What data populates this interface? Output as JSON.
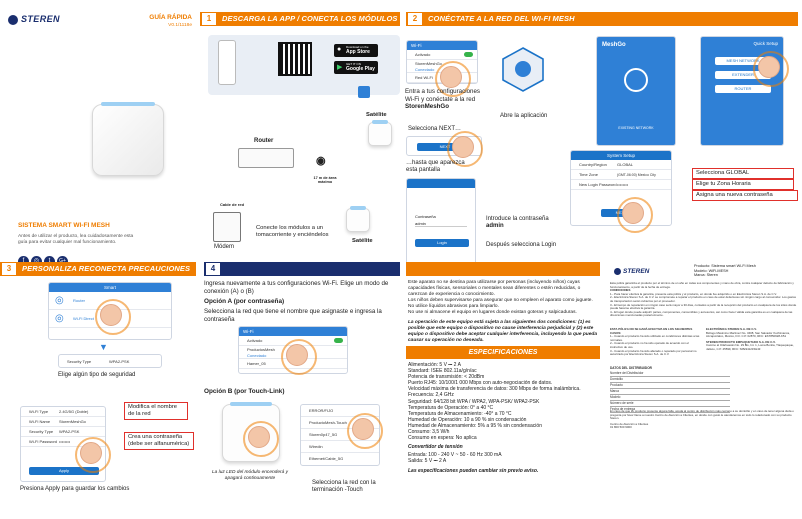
{
  "cover": {
    "brand": "STEREN",
    "guide_title": "GUÍA RÁPIDA",
    "version": "V0.1/1118e",
    "product": "SISTEMA SMART WI-FI MESH",
    "note": "Antes de utilizar el producto, lea cuidadosamente esta guía para evitar cualquier mal funcionamiento.",
    "social": [
      "f",
      "◎",
      "t",
      "G+"
    ]
  },
  "s1": {
    "num": "1",
    "title": "DESCARGA LA APP / CONECTA LOS MÓDULOS",
    "appstore_small": "Download on the",
    "appstore": "App Store",
    "gplay_small": "GET IT ON",
    "gplay": "Google Play",
    "router": "Router",
    "cable": "Cable de red",
    "satellite_a": "Satélite",
    "satellite_b": "Satélite",
    "distance": "17 m de área máximo",
    "modem": "Módem",
    "connect_note": "Conecte los módulos a un tomacorriente y enciéndelos"
  },
  "s2": {
    "num": "2",
    "title": "CONÉCTATE A LA RED DEL WI-FI MESH",
    "enter_wifi": "Entra a tus configuraciones Wi-Fi y conéctate a la red",
    "network_name": "StorenMeshGo",
    "open_app": "Abre la aplicación",
    "select_next": "Selecciona NEXT…",
    "wait": "…hasta que aparezca esta pantalla",
    "password_note": "Introduce la contraseña",
    "password_value": "admin",
    "then_login": "Después selecciona Login",
    "app_name": "MeshGo",
    "app_btn": "EXISTING NETWORK",
    "wizard_title": "Quick Setup",
    "wizard_opts": [
      "MESH NETWORK",
      "EXTENDER",
      "ROUTER"
    ],
    "next_btn": "NEXT",
    "sys_title": "System Setup",
    "sys_fields": [
      "Country/Region",
      "Time Zone",
      "New Login Password"
    ],
    "sys_values": [
      "GLOBAL",
      "(GMT-06:00) Mexico City",
      "••••••••"
    ],
    "sel_global": "Selecciona GLOBAL",
    "sel_tz": "Elige tu Zona Horaria",
    "sel_pass": "Asigna una nueva contraseña",
    "login_fields": [
      "Contraseña",
      "admin"
    ],
    "login_btn": "Login",
    "wifi_title": "Wi-Fi",
    "wifi_rows": [
      "Activado",
      "StorenMeshGo",
      "Conectado",
      "Red Wi-Fi",
      "Red Wi-Fi 2"
    ]
  },
  "s3": {
    "num": "3",
    "title": "PERSONALIZA RECONECTA PRECAUCIONES",
    "phone_title": "Smart",
    "opt_router": "Router",
    "opt_wifi": "Wi-Fi Direct",
    "choose_security": "Elige algún tipo de seguridad",
    "security_label": "Security Type",
    "security_value": "WPA2-PSK",
    "modify_name": "Modifica el nombre de la red",
    "create_password": "Crea una contraseña (debe ser alfanumérica)",
    "form_fields": [
      "Wi-Fi Type",
      "Wi-Fi Name",
      "Security Type",
      "Wi-Fi Password"
    ],
    "form_values": [
      "2.4G/5G (Doble)",
      "StorenMeshGo",
      "WPA2-PSK",
      "••••••••"
    ],
    "apply_btn": "Apply",
    "press_apply": "Presiona Apply para guardar los cambios"
  },
  "s4": {
    "num": "4",
    "intro": "Ingresa nuevamente a tus configuraciones Wi-Fi. Elige un modo de conexión (A) o (B)",
    "opt_a": "Opción A (por contraseña)",
    "opt_a_text": "Selecciona la red que tiene el nombre que asignaste e ingresa la contraseña",
    "opt_b": "Opción B (por Touch-Link)",
    "led_note": "La luz LED del módulo encenderá y apagará continuamente",
    "touch_note": "Selecciona la red con la terminación -Touch",
    "wifi_title": "Wi-Fi",
    "wifi_rows": [
      "Activado",
      "ProductosMesh",
      "Conectado",
      "Hamer_05",
      "Red Wi-Fi"
    ],
    "touch_rows": [
      "ERROR/FIJO",
      "ProductoMesh-Touch",
      "Storen0p47_5G",
      "Wiredin",
      "Ethernet/Cable_5G"
    ]
  },
  "warn": {
    "bullets": [
      "Este aparato no se destina para utilizarse por personas (incluyendo niños) cuyas capacidades físicas, sensoriales o mentales sean diferentes o estén reducidas, o carezcan de experiencia o conocimiento.",
      "Los niños deben supervisarse para asegurar que no empleen el aparato como juguete.",
      "No utilice líquidos abrasivos para limpiarlo.",
      "No use ni almacene el equipo en lugares donde existan goteras y salpicaduras."
    ],
    "conditions": "La operación de este equipo está sujeta a las siguientes dos condiciones: (1) es posible que este equipo o dispositivo no cause interferencia perjudicial y (2) este equipo o dispositivo debe aceptar cualquier interferencia, incluyendo la que pueda causar su operación no deseada."
  },
  "specs": {
    "title": "ESPECIFICACIONES",
    "lines": [
      "Alimentación: 5 V ⎓ 2 A",
      "Standard: ISEE 802.11a/g/n/ac",
      "Potencia de transmisión: < 20dBm",
      "Puerto RJ45: 10/100/1 000 Mbps con auto-negociación de datos.",
      "Velocidad máxima de transferencia de datos: 300 Mbps de forma inalámbrica.",
      "Frecuencia: 2,4 GHz",
      "Seguridad: 64/128 bit WPA / WPA2, WPA-PSK/ WPA2-PSK",
      "Temperatura de Operación: 0° a 40 °C",
      "Temperatura de Almacenamiento: -40° a 70 °C",
      "Humedad de Operación: 10 a 90 % sin condensación",
      "Humedad de Almacenamiento: 5% a 95 % sin condensación",
      "Consumo: 3,5 W/h",
      "Consumo en espera: No aplica"
    ],
    "adapter_title": "Convertidor de tensión",
    "adapter_lines": [
      "Entrada: 100 - 240 V ~ 50 - 60 Hz 300 mA",
      "Salida: 5 V ⎓ 2 A"
    ],
    "footnote": "Las especificaciones pueden cambiar sin previo aviso."
  },
  "warranty": {
    "brand": "STEREN",
    "product": "Producto: Sistema smart Wi-Fi Mesh",
    "model": "Modelo: WiFi-MESH",
    "mark": "Marca: Steren",
    "intro": "Esta póliza garantiza el producto por el término de un año en todas sus componentes y mano de obra, contra cualquier defecto de fabricación y funcionamiento, a partir de la fecha de entrega.",
    "conditions_title": "CONDICIONES",
    "conditions": [
      "1.- Para hacer efectiva la garantía, presente esta póliza y el producto, en donde fue adquirido o en Electrónica Steren S.A. de C.V.",
      "2.- Electrónica Steren S.A. de C.V. se compromete a reparar el producto en caso de estar defectuoso sin ningún cargo al consumidor. Los gastos de transportación serán cubiertos por el proveedor.",
      "3.- El tiempo de reparación en ningún caso será mayor a 30 días, contados a partir de la recepción del producto en cualquiera de los sitios donde pueda hacerse efectiva la garantía.",
      "4.- El lugar donde puede adquirir partes, componentes, consumibles y accesorios, así como hacer válida esta garantía es en cualquiera de las direcciones mencionadas posteriormente."
    ],
    "exceptions_title": "ESTA PÓLIZA NO SE HARÁ EFECTIVA EN LOS SIGUIENTES CASOS:",
    "exceptions": [
      "1.- Cuando el producto ha sido utilizado en condiciones distintas a las normales.",
      "2.- Cuando el producto no ha sido operado de acuerdo con el instructivo de uso.",
      "3.- Cuando el producto ha sido alterado o reparado por personal no autorizado por Electrónica Steren S.A. de C.V."
    ],
    "addr_a_title": "ELECTRÓNICA STEREN S.A. DE C.V.",
    "addr_a": "Biólogo Maximino Martínez No. 3408, San Salvador Xochimanca, Azcapotzalco, México, D.F. C.P. 02870, RFC: EST850628-K51",
    "addr_b_title": "STEREN PRODUCTO EMPAQUETADO S.A. DE C.V.",
    "addr_b": "Camino al Iztlahuacán No. 29 Bis, Int. 1, Loma Bonita, Tlaquepaque, Jalisco, C.P. 45599, RFC: SPE941215H43",
    "fields_title": "DATOS DEL DISTRIBUIDOR",
    "fields": [
      "Nombre del Distribuidor",
      "Domicilio",
      "Producto",
      "Marca",
      "Modelo",
      "Número de serie",
      "Fecha de entrega"
    ],
    "closing": "En caso de que su producto presente alguna falla, acuda al centro de distribución más cercano a su domicilio y en caso de tener alguna duda o pregunta por favor llame a nuestro Centro de Atención a Clientes, en donde con gusto le atenderemos en todo lo relacionado con su producto Steren.",
    "phone_title": "Centro de Atención a Clientes",
    "phone": "01 800 500 9000"
  }
}
